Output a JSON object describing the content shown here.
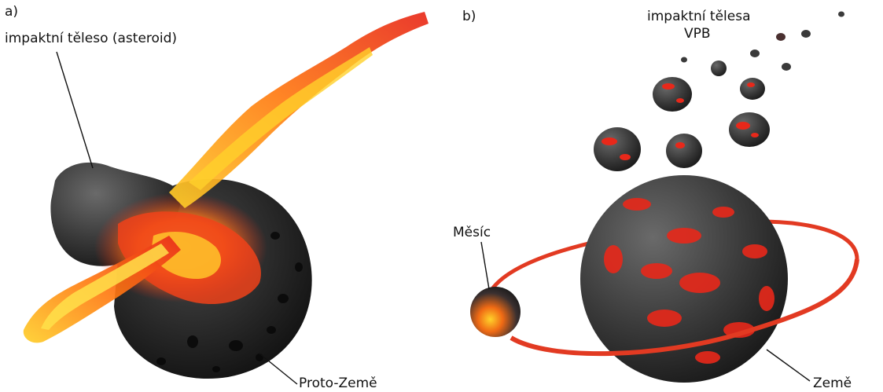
{
  "panel_a": {
    "tag": "a)",
    "impactor_label": "impaktní těleso (asteroid)",
    "planet_label": "Proto-Země"
  },
  "panel_b": {
    "tag": "b)",
    "impactors_line1": "impaktní tělesa",
    "impactors_line2": "VPB",
    "moon_label": "Měsíc",
    "earth_label": "Země"
  },
  "colors": {
    "rock": "#2a2a2a",
    "lava_red": "#e8281a",
    "lava_orange": "#ff7a12",
    "lava_yellow": "#ffd12a",
    "orbit": "#e23a22"
  }
}
